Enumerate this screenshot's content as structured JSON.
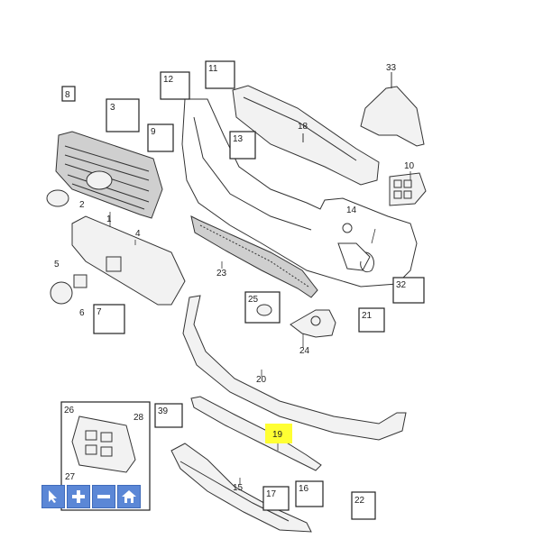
{
  "diagram": {
    "part_numbers": [
      "1",
      "2",
      "3",
      "4",
      "5",
      "6",
      "7",
      "8",
      "9",
      "10",
      "11",
      "12",
      "13",
      "14",
      "15",
      "16",
      "17",
      "18",
      "19",
      "20",
      "21",
      "22",
      "23",
      "24",
      "25",
      "26",
      "27",
      "28",
      "32",
      "33",
      "39"
    ],
    "highlighted_part": "19",
    "highlight_color": "#ffff33"
  },
  "toolbar": {
    "buttons": [
      {
        "name": "select",
        "icon": "cursor-icon"
      },
      {
        "name": "zoom-in",
        "icon": "plus-icon"
      },
      {
        "name": "zoom-out",
        "icon": "minus-icon"
      },
      {
        "name": "home",
        "icon": "home-icon"
      }
    ],
    "accent": "#5b87d6"
  }
}
